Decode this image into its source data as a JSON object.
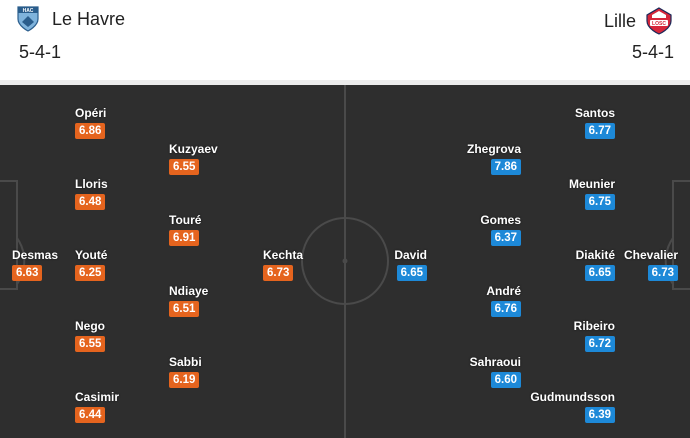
{
  "colors": {
    "home_rating": "#e5641e",
    "away_rating": "#1d89d8",
    "pitch": "#2e2e2e"
  },
  "home": {
    "name": "Le Havre",
    "formation": "5-4-1",
    "logo_icon": "hac-shield-icon",
    "logo_text": "HAC",
    "players": [
      {
        "name": "Desmas",
        "rating": "6.63"
      },
      {
        "name": "Opéri",
        "rating": "6.86"
      },
      {
        "name": "Lloris",
        "rating": "6.48"
      },
      {
        "name": "Youté",
        "rating": "6.25"
      },
      {
        "name": "Nego",
        "rating": "6.55"
      },
      {
        "name": "Casimir",
        "rating": "6.44"
      },
      {
        "name": "Kuzyaev",
        "rating": "6.55"
      },
      {
        "name": "Touré",
        "rating": "6.91"
      },
      {
        "name": "Ndiaye",
        "rating": "6.51"
      },
      {
        "name": "Sabbi",
        "rating": "6.19"
      },
      {
        "name": "Kechta",
        "rating": "6.73"
      }
    ]
  },
  "away": {
    "name": "Lille",
    "formation": "5-4-1",
    "logo_icon": "losc-crest-icon",
    "logo_text": "LOSC",
    "players": [
      {
        "name": "Chevalier",
        "rating": "6.73"
      },
      {
        "name": "Santos",
        "rating": "6.77"
      },
      {
        "name": "Meunier",
        "rating": "6.75"
      },
      {
        "name": "Diakité",
        "rating": "6.65"
      },
      {
        "name": "Ribeiro",
        "rating": "6.72"
      },
      {
        "name": "Gudmundsson",
        "rating": "6.39"
      },
      {
        "name": "Zhegrova",
        "rating": "7.86"
      },
      {
        "name": "Gomes",
        "rating": "6.37"
      },
      {
        "name": "André",
        "rating": "6.76"
      },
      {
        "name": "Sahraoui",
        "rating": "6.60"
      },
      {
        "name": "David",
        "rating": "6.65"
      }
    ]
  }
}
